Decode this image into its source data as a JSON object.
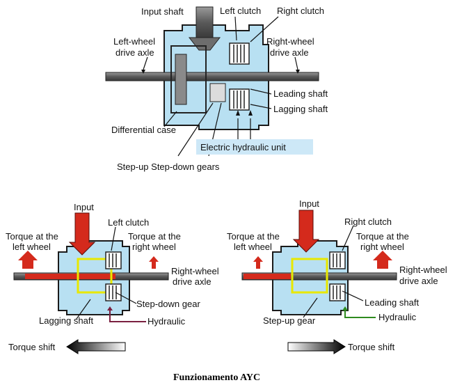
{
  "top": {
    "labels": {
      "input_shaft": "Input shaft",
      "left_clutch": "Left clutch",
      "right_clutch": "Right clutch",
      "left_wheel_axle_1": "Left-wheel",
      "left_wheel_axle_2": "drive axle",
      "right_wheel_axle_1": "Right-wheel",
      "right_wheel_axle_2": "drive axle",
      "leading_shaft": "Leading shaft",
      "lagging_shaft": "Lagging shaft",
      "differential_case": "Differential case",
      "hydraulic_unit": "Electric hydraulic unit",
      "gears": "Step-up Step-down gears"
    }
  },
  "left_panel": {
    "labels": {
      "input": "Input",
      "clutch": "Left clutch",
      "torque_left_1": "Torque at the",
      "torque_left_2": "left wheel",
      "torque_right_1": "Torque at the",
      "torque_right_2": "right wheel",
      "axle_1": "Right-wheel",
      "axle_2": "drive axle",
      "gear": "Step-down gear",
      "shaft": "Lagging shaft",
      "hydraulic": "Hydraulic",
      "torque_shift": "Torque shift"
    }
  },
  "right_panel": {
    "labels": {
      "input": "Input",
      "clutch": "Right clutch",
      "torque_left_1": "Torque at the",
      "torque_left_2": "left wheel",
      "torque_right_1": "Torque at the",
      "torque_right_2": "right wheel",
      "axle_1": "Right-wheel",
      "axle_2": "drive axle",
      "shaft": "Leading shaft",
      "gear": "Step-up gear",
      "hydraulic": "Hydraulic",
      "torque_shift": "Torque shift"
    }
  },
  "caption": "Funzionamento AYC",
  "colors": {
    "housing": "#b8e0f2",
    "hydraulic_box": "#cde8f7",
    "torque_arrow": "#d42a1c",
    "left_hydraulic_line": "#7a2040",
    "right_hydraulic_line": "#2e8a1e",
    "power_path": "#e8e800"
  }
}
